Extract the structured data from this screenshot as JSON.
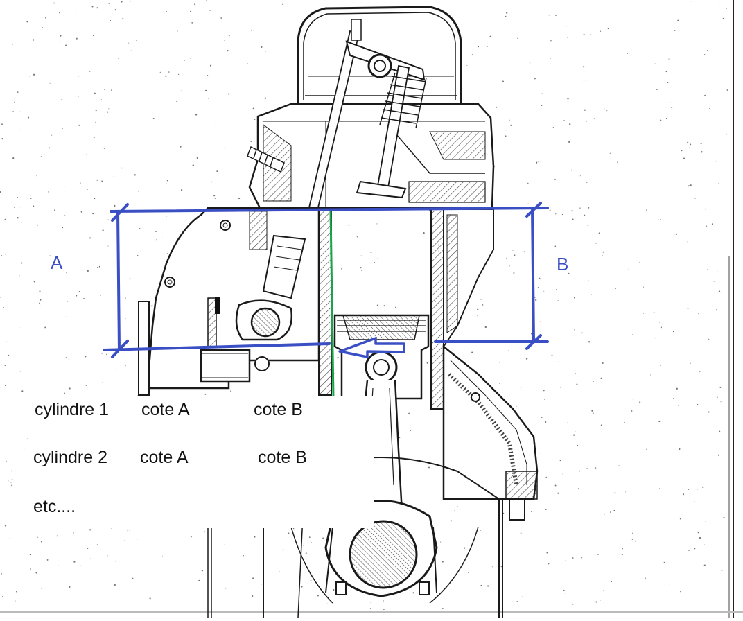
{
  "colors": {
    "annotation": "#3a4fc4",
    "bore_line": "#1aa34a",
    "drawing": "#1a1a1a",
    "hatch": "#555555"
  },
  "dimension_labels": {
    "a": "A",
    "b": "B"
  },
  "table": {
    "rows": [
      {
        "cylinder": "cylindre 1",
        "side_a": "cote A",
        "side_b": "cote B"
      },
      {
        "cylinder": "cylindre 2",
        "side_a": "cote A",
        "side_b": "cote B"
      }
    ],
    "footer": "etc...."
  }
}
